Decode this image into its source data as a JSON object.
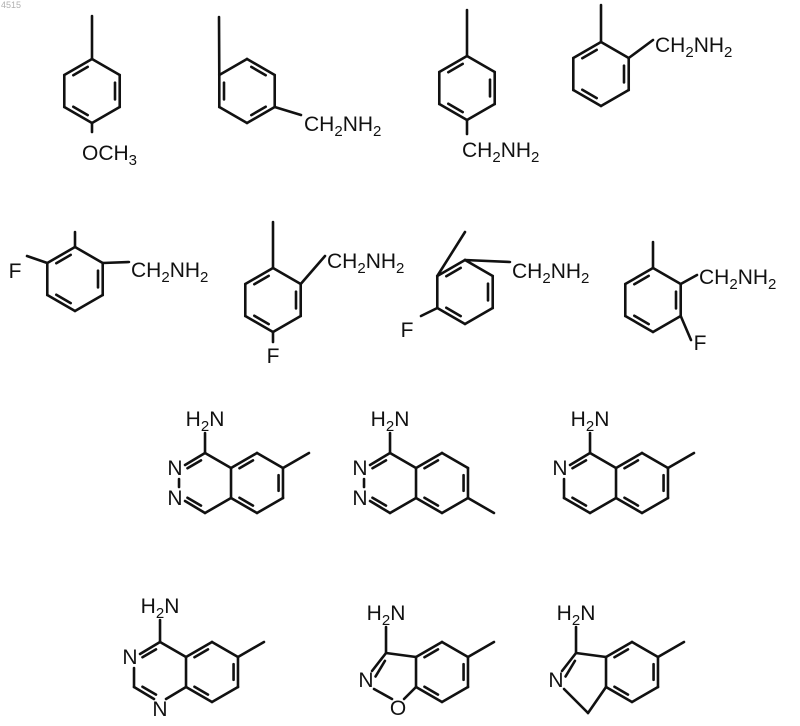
{
  "corner_text": "4515",
  "labels": {
    "och3": "OCH3",
    "ch2nh2": "CH2NH2",
    "h2n": "H2N",
    "f": "F",
    "n": "N",
    "o": "O"
  },
  "structures": [
    {
      "id": "4-methoxyphenyl",
      "row": 1
    },
    {
      "id": "3-aminomethylphenyl",
      "row": 1
    },
    {
      "id": "4-aminomethylphenyl",
      "row": 1
    },
    {
      "id": "2-aminomethylphenyl",
      "row": 1
    },
    {
      "id": "2-fluoro-6-aminomethylphenyl",
      "row": 2
    },
    {
      "id": "2-aminomethyl-4-fluorophenyl",
      "row": 2
    },
    {
      "id": "2-aminomethyl-5-fluorophenyl",
      "row": 2
    },
    {
      "id": "2-aminomethyl-3-fluorophenyl",
      "row": 2
    },
    {
      "id": "1-aminophthalazin-6-yl",
      "row": 3
    },
    {
      "id": "1-aminophthalazin-7-yl",
      "row": 3
    },
    {
      "id": "1-aminoisoquinolin-7-yl",
      "row": 3
    },
    {
      "id": "4-aminoquinazolin-6-yl",
      "row": 4
    },
    {
      "id": "3-aminobenzisoxazol-5-yl",
      "row": 4
    },
    {
      "id": "1-amino-3H-isoindol-5-yl",
      "row": 4
    }
  ]
}
